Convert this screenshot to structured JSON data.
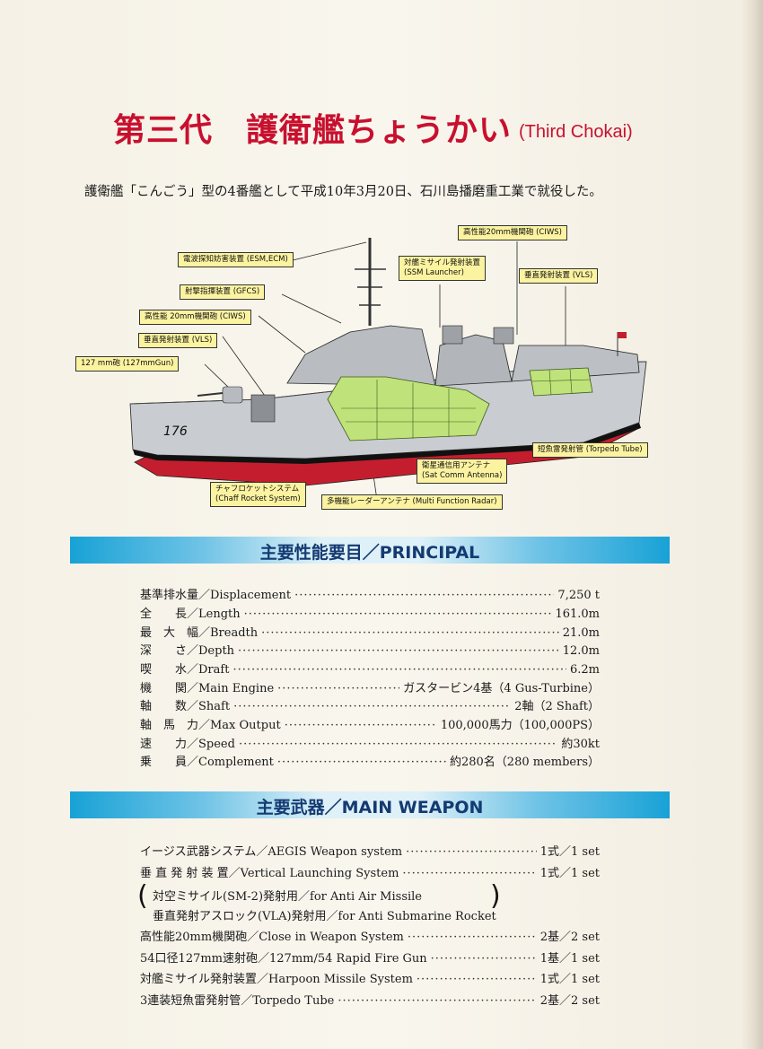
{
  "title": {
    "jp": "第三代　護衛艦ちょうかい",
    "en": "(Third Chokai)"
  },
  "subtitle": "護衛艦「こんごう」型の4番艦として平成10年3月20日、石川島播磨重工業で就役した。",
  "diagram": {
    "hull_number": "176",
    "callouts": [
      {
        "id": "esm",
        "text": "電波探知妨害装置 (ESM,ECM)"
      },
      {
        "id": "gfcs",
        "text": "射撃指揮装置 (GFCS)"
      },
      {
        "id": "ciws_fwd",
        "text": "高性能 20mm機関砲 (CIWS)"
      },
      {
        "id": "vls_fwd",
        "text": "垂直発射装置 (VLS)"
      },
      {
        "id": "gun",
        "text": "127 mm砲 (127mmGun)"
      },
      {
        "id": "ssm_jp",
        "text": "対艦ミサイル発射装置"
      },
      {
        "id": "ssm_en",
        "text": "(SSM Launcher)"
      },
      {
        "id": "ciws_aft",
        "text": "高性能20mm機関砲 (CIWS)"
      },
      {
        "id": "vls_aft",
        "text": "垂直発射装置 (VLS)"
      },
      {
        "id": "torpedo",
        "text": "短魚雷発射管 (Torpedo Tube)"
      },
      {
        "id": "satcom_jp",
        "text": "衛星通信用アンテナ"
      },
      {
        "id": "satcom_en",
        "text": "(Sat Comm Antenna)"
      },
      {
        "id": "chaff_jp",
        "text": "チャフロケットシステム"
      },
      {
        "id": "chaff_en",
        "text": "(Chaff Rocket System)"
      },
      {
        "id": "radar",
        "text": "多機能レーダーアンテナ (Multi Function Radar)"
      }
    ]
  },
  "principal": {
    "heading": "主要性能要目／PRINCIPAL",
    "rows": [
      {
        "label": "基準排水量／Displacement",
        "value": "7,250 t"
      },
      {
        "label": "全　　長／Length",
        "value": "161.0m"
      },
      {
        "label": "最　大　幅／Breadth",
        "value": "21.0m"
      },
      {
        "label": "深　　さ／Depth",
        "value": "12.0m"
      },
      {
        "label": "喫　　水／Draft",
        "value": "6.2m"
      },
      {
        "label": "機　　関／Main Engine",
        "value": "ガスタービン4基（4 Gus-Turbine）"
      },
      {
        "label": "軸　　数／Shaft",
        "value": "2軸（2 Shaft）"
      },
      {
        "label": "軸　馬　力／Max Output",
        "value": "100,000馬力（100,000PS）"
      },
      {
        "label": "速　　力／Speed",
        "value": "約30kt"
      },
      {
        "label": "乗　　員／Complement",
        "value": "約280名（280 members）"
      }
    ]
  },
  "weapon": {
    "heading": "主要武器／MAIN WEAPON",
    "rows": [
      {
        "label": "イージス武器システム／AEGIS Weapon system",
        "value": "1式／1 set"
      },
      {
        "label": "垂 直 発 射 装 置／Vertical Launching System",
        "value": "1式／1 set"
      }
    ],
    "sub_rows": [
      "対空ミサイル(SM-2)発射用／for Anti Air Missile",
      "垂直発射アスロック(VLA)発射用／for Anti Submarine Rocket"
    ],
    "rows2": [
      {
        "label": "高性能20mm機関砲／Close in Weapon System",
        "value": "2基／2 set"
      },
      {
        "label": "54口径127mm速射砲／127mm/54 Rapid Fire Gun",
        "value": "1基／1 set"
      },
      {
        "label": "対艦ミサイル発射装置／Harpoon Missile System",
        "value": "1式／1 set"
      },
      {
        "label": "3連装短魚雷発射管／Torpedo Tube",
        "value": "2基／2 set"
      }
    ]
  }
}
